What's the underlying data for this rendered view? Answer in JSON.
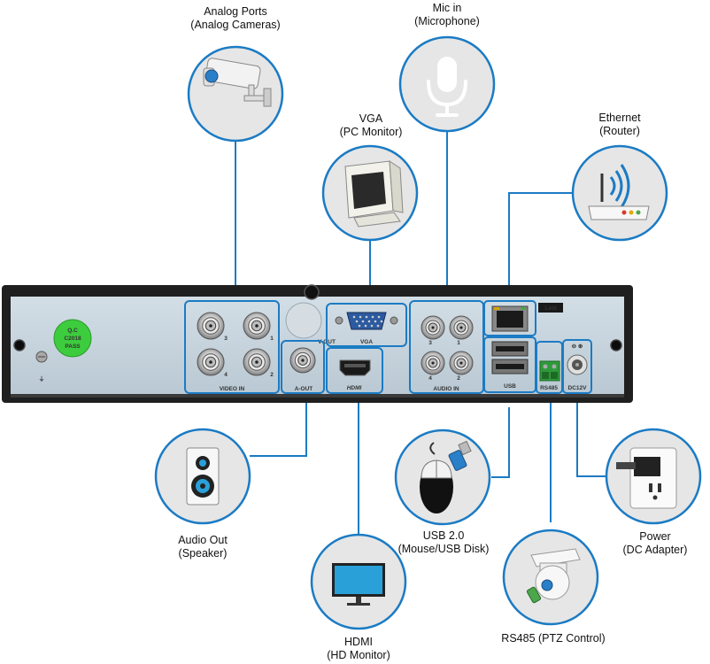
{
  "callouts": {
    "analog": {
      "line1": "Analog Ports",
      "line2": "(Analog Cameras)",
      "icon": "security-camera-icon"
    },
    "mic": {
      "line1": "Mic in",
      "line2": "(Microphone)",
      "icon": "microphone-icon"
    },
    "vga": {
      "line1": "VGA",
      "line2": "(PC Monitor)",
      "icon": "pc-monitor-icon"
    },
    "ethernet": {
      "line1": "Ethernet",
      "line2": "(Router)",
      "icon": "router-icon"
    },
    "audio_out": {
      "line1": "Audio Out",
      "line2": "(Speaker)",
      "icon": "speaker-icon"
    },
    "usb": {
      "line1": "USB 2.0",
      "line2": "(Mouse/USB Disk)",
      "icon": "mouse-icon"
    },
    "power": {
      "line1": "Power",
      "line2": "(DC Adapter)",
      "icon": "power-outlet-icon"
    },
    "hdmi": {
      "line1": "HDMI",
      "line2": "(HD  Monitor)",
      "icon": "hd-monitor-icon"
    },
    "rs485": {
      "line1": "RS485 (PTZ Control)",
      "icon": "ptz-camera-icon"
    }
  },
  "panel_labels": {
    "video_in": "VIDEO IN",
    "a_out": "A-OUT",
    "v_out": "V-OUT",
    "vga": "VGA",
    "hdmi": "HDMI",
    "audio_in": "AUDIO IN",
    "lan": "LAN",
    "usb": "USB",
    "rs485": "RS485",
    "dc12v": "DC12V",
    "qc_line1": "Q.C",
    "qc_line2": "C2018",
    "qc_line3": "PASS",
    "video_ports": [
      "3",
      "1",
      "4",
      "2"
    ],
    "audio_ports": [
      "3",
      "1",
      "4",
      "2"
    ]
  },
  "colors": {
    "accent": "#1b7bc4",
    "circle_bg": "#e6e6e6",
    "panel": "#c5d3dc",
    "chassis": "#1f1f1f",
    "qc_sticker": "#3dcc3d"
  }
}
